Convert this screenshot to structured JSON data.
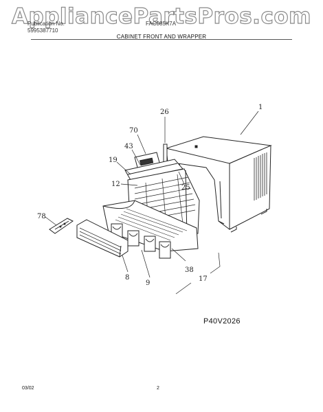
{
  "header": {
    "watermark": "AppliancePartsPros.com",
    "publication_label": "Publication No.",
    "publication_number": "5995387710",
    "model": "FAC085K7A",
    "section_title": "CABINET FRONT AND WRAPPER"
  },
  "callouts": [
    "1",
    "26",
    "70",
    "43",
    "19",
    "12",
    "25",
    "78",
    "38",
    "17",
    "8",
    "9"
  ],
  "model_code": "P40V2026",
  "footer": {
    "date": "03/02",
    "page": "2"
  }
}
